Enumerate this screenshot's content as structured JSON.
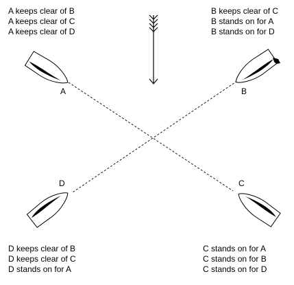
{
  "boats": {
    "a": {
      "label": "A",
      "rules": [
        "A keeps clear of B",
        "A keeps clear of C",
        "A keeps clear of D"
      ]
    },
    "b": {
      "label": "B",
      "rules": [
        "B keeps clear of C",
        "B stands on for A",
        "B stands on for D"
      ]
    },
    "c": {
      "label": "C",
      "rules": [
        "C stands on for A",
        "C stands on for B",
        "C stands on for D"
      ]
    },
    "d": {
      "label": "D",
      "rules": [
        "D keeps clear of B",
        "D keeps clear of C",
        "D stands on for A"
      ]
    }
  },
  "icons": {
    "wind": "wind-arrow-icon",
    "boat": "sailboat-icon"
  }
}
